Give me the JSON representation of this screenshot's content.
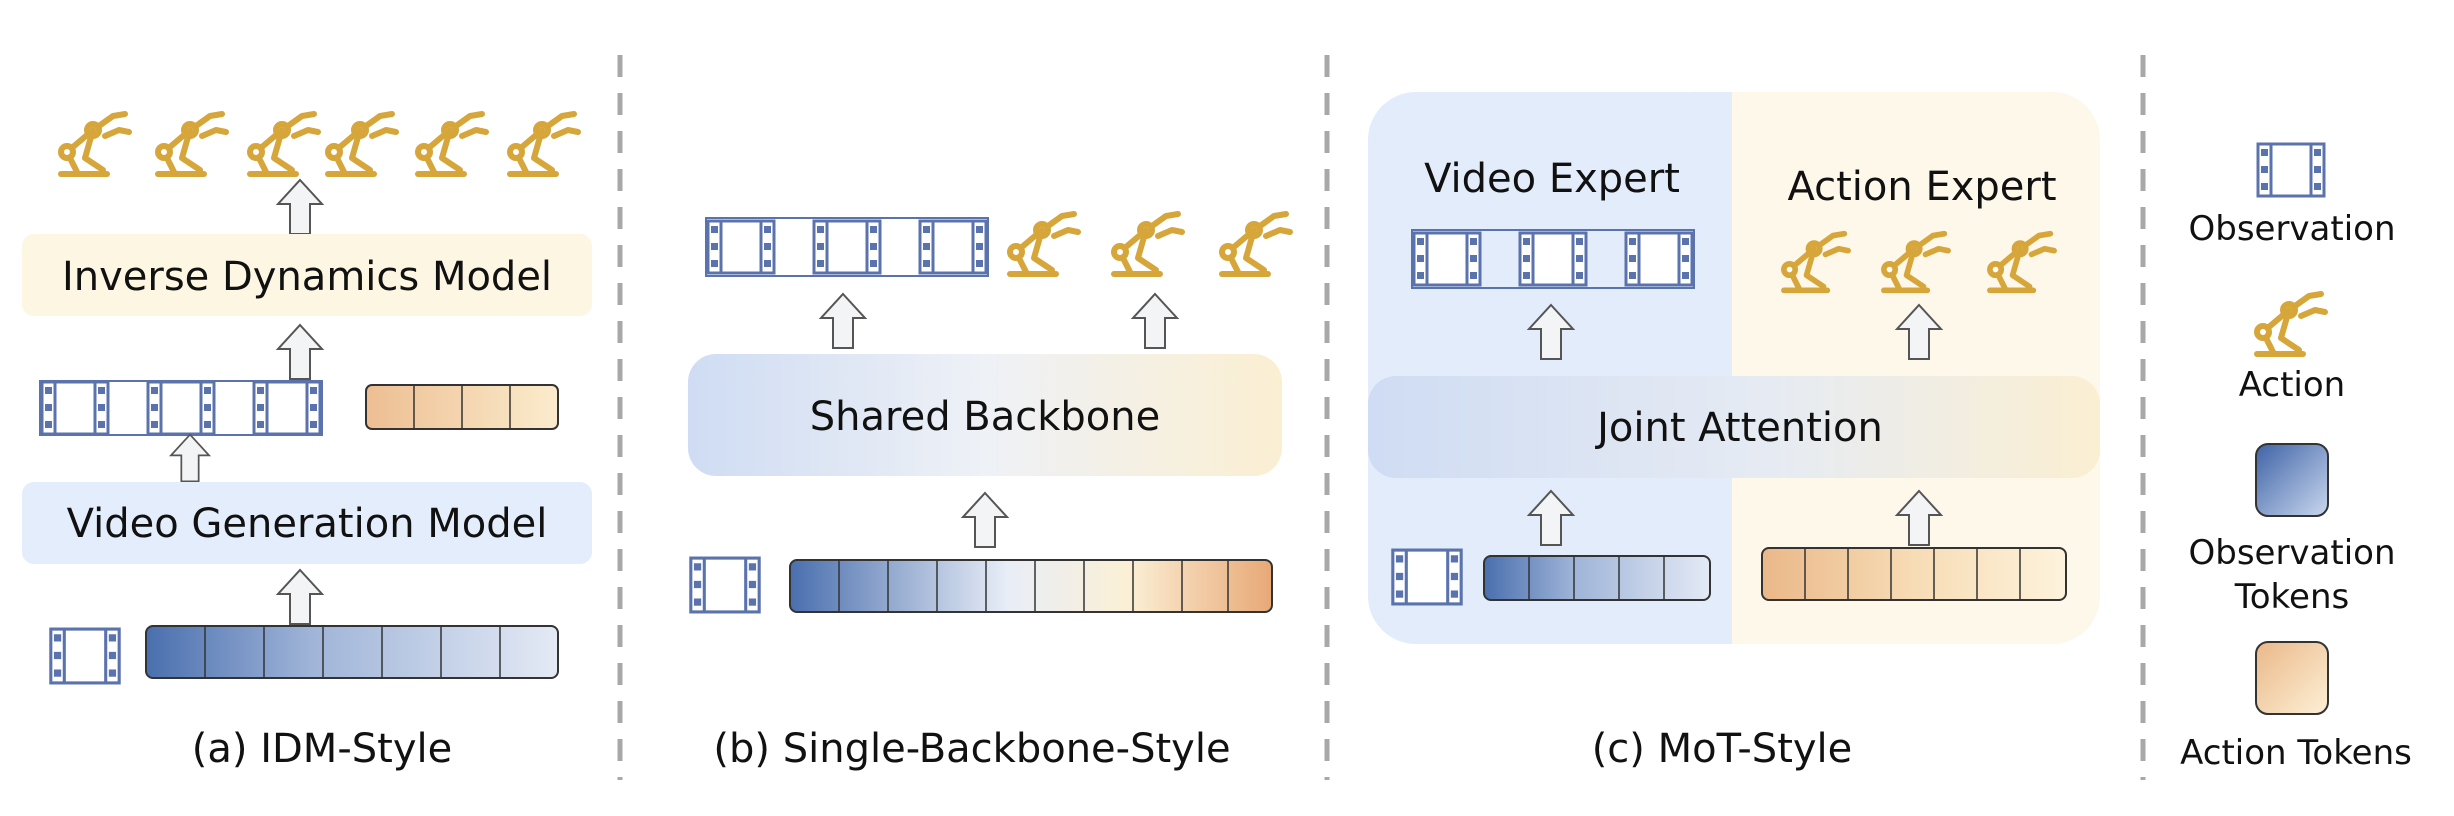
{
  "colors": {
    "observation_blue": "#5b73ad",
    "action_gold": "#d6a63a",
    "idm_box": "#fdf6e3",
    "vgm_box": "#e4edfb",
    "expert_blue": "#e3ecfb",
    "expert_cream": "#fdf8ea",
    "divider": "#a8a8a8"
  },
  "panel_a": {
    "caption": "(a) IDM-Style",
    "idm_label": "Inverse Dynamics Model",
    "vgm_label": "Video Generation Model"
  },
  "panel_b": {
    "caption": "(b) Single-Backbone-Style",
    "backbone_label": "Shared Backbone"
  },
  "panel_c": {
    "caption": "(c) MoT-Style",
    "video_expert_label": "Video Expert",
    "action_expert_label": "Action Expert",
    "joint_attention_label": "Joint Attention"
  },
  "legend": {
    "observation": "Observation",
    "action": "Action",
    "observation_tokens_line1": "Observation",
    "observation_tokens_line2": "Tokens",
    "action_tokens": "Action Tokens"
  }
}
